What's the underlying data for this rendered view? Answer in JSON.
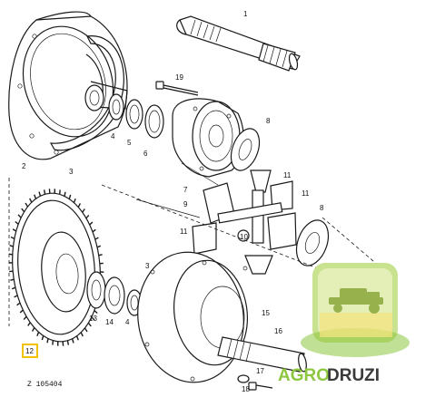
{
  "callouts": {
    "c1": "1",
    "c2": "2",
    "c3": "3",
    "c4": "4",
    "c5": "5",
    "c6": "6",
    "c7": "7",
    "c8": "8",
    "c9": "9",
    "c10": "10",
    "c11a": "11",
    "c11b": "11",
    "c11c": "11",
    "c12": "12",
    "c13": "13",
    "c14": "14",
    "c15": "15",
    "c16": "16",
    "c17": "17",
    "c18": "18",
    "c19": "19",
    "c4b": "4",
    "c3b": "3",
    "c8b": "8"
  },
  "drawing_code": "Z 105404",
  "watermark": {
    "left": "AGRO",
    "right": "DRUZI",
    "left_color": "#8dc63f",
    "right_color": "#3a3a3a"
  },
  "highlight_color": "#f2c200"
}
